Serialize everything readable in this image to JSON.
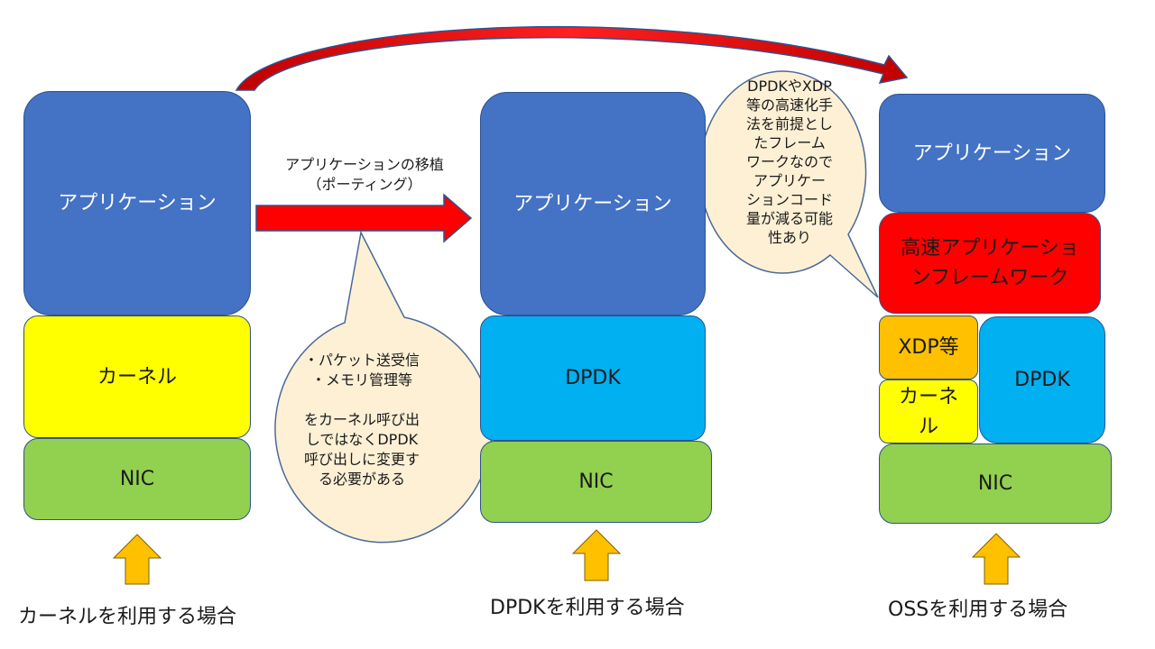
{
  "columns": {
    "kernel": {
      "application": "アプリケーション",
      "kernel": "カーネル",
      "nic": "NIC",
      "caption": "カーネルを利用する場合"
    },
    "dpdk": {
      "application": "アプリケーション",
      "dpdk": "DPDK",
      "nic": "NIC",
      "caption": "DPDKを利用する場合"
    },
    "oss": {
      "application": "アプリケーション",
      "framework": [
        "高速アプリケーショ",
        "ンフレームワーク"
      ],
      "xdp": "XDP等",
      "kernel": [
        "カーネ",
        "ル"
      ],
      "dpdk": "DPDK",
      "nic": "NIC",
      "caption": "OSSを利用する場合"
    }
  },
  "porting_arrow": {
    "label": [
      "アプリケーションの移植",
      "（ポーティング）"
    ]
  },
  "callout_porting": {
    "lines_top": [
      "・パケット送受信",
      "・メモリ管理等"
    ],
    "lines_bottom": [
      "をカーネル呼び出",
      "しではなくDPDK",
      "呼び出しに変更す",
      "る必要がある"
    ]
  },
  "callout_framework": {
    "lines": [
      "DPDKやXDP",
      "等の高速化手",
      "法を前提とし",
      "たフレーム",
      "ワークなので",
      "アプリケー",
      "ションコード",
      "量が減る可能",
      "性あり"
    ]
  },
  "colors": {
    "application": "#4472c4",
    "kernel": "#ffff00",
    "nic": "#92d050",
    "dpdk": "#00b0f0",
    "framework": "#ff0000",
    "xdp": "#ffc000",
    "arrow_red": "#ff0000",
    "arrow_orange": "#ffc000",
    "callout_fill": "#fdf0d5"
  }
}
